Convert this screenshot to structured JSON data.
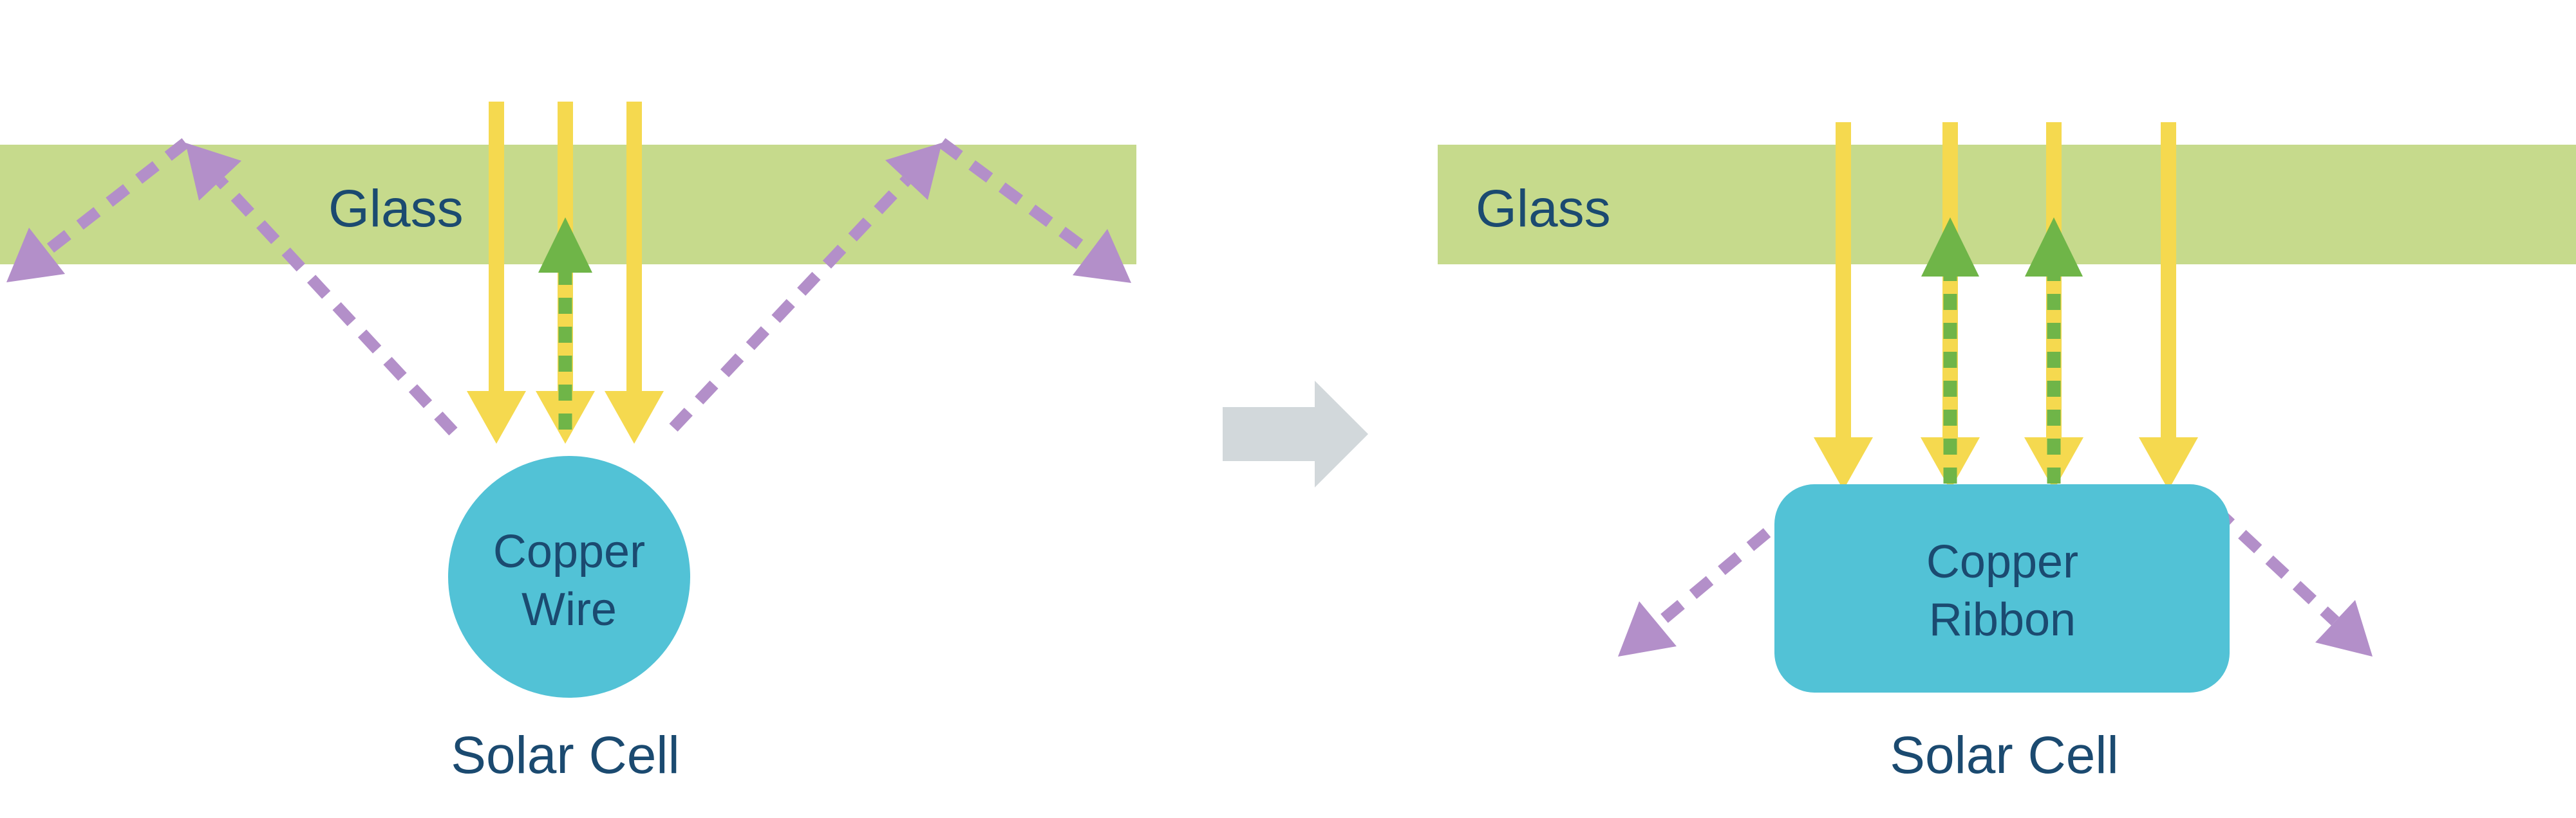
{
  "colors": {
    "glass": "#c6da8c",
    "incident_light": "#f5d94f",
    "returned_light": "#6fb548",
    "scattered_light": "#b38fc9",
    "conductor": "#52c2d6",
    "label_text": "#1b4a70",
    "transition": "#d2d8db"
  },
  "panels": {
    "left": {
      "glass_label": "Glass",
      "conductor_line1": "Copper",
      "conductor_line2": "Wire",
      "cell_label": "Solar Cell"
    },
    "right": {
      "glass_label": "Glass",
      "conductor_line1": "Copper",
      "conductor_line2": "Ribbon",
      "cell_label": "Solar Cell"
    }
  }
}
